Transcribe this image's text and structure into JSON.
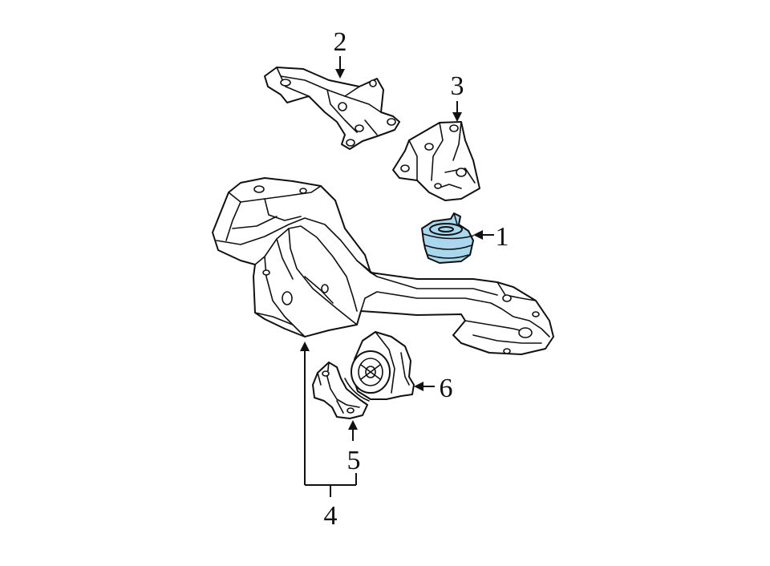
{
  "callouts": [
    {
      "id": "1",
      "label": "1"
    },
    {
      "id": "2",
      "label": "2"
    },
    {
      "id": "3",
      "label": "3"
    },
    {
      "id": "4",
      "label": "4"
    },
    {
      "id": "5",
      "label": "5"
    },
    {
      "id": "6",
      "label": "6"
    }
  ],
  "colors": {
    "highlight": "#a9d7ee",
    "line": "#111111",
    "background": "#ffffff"
  }
}
